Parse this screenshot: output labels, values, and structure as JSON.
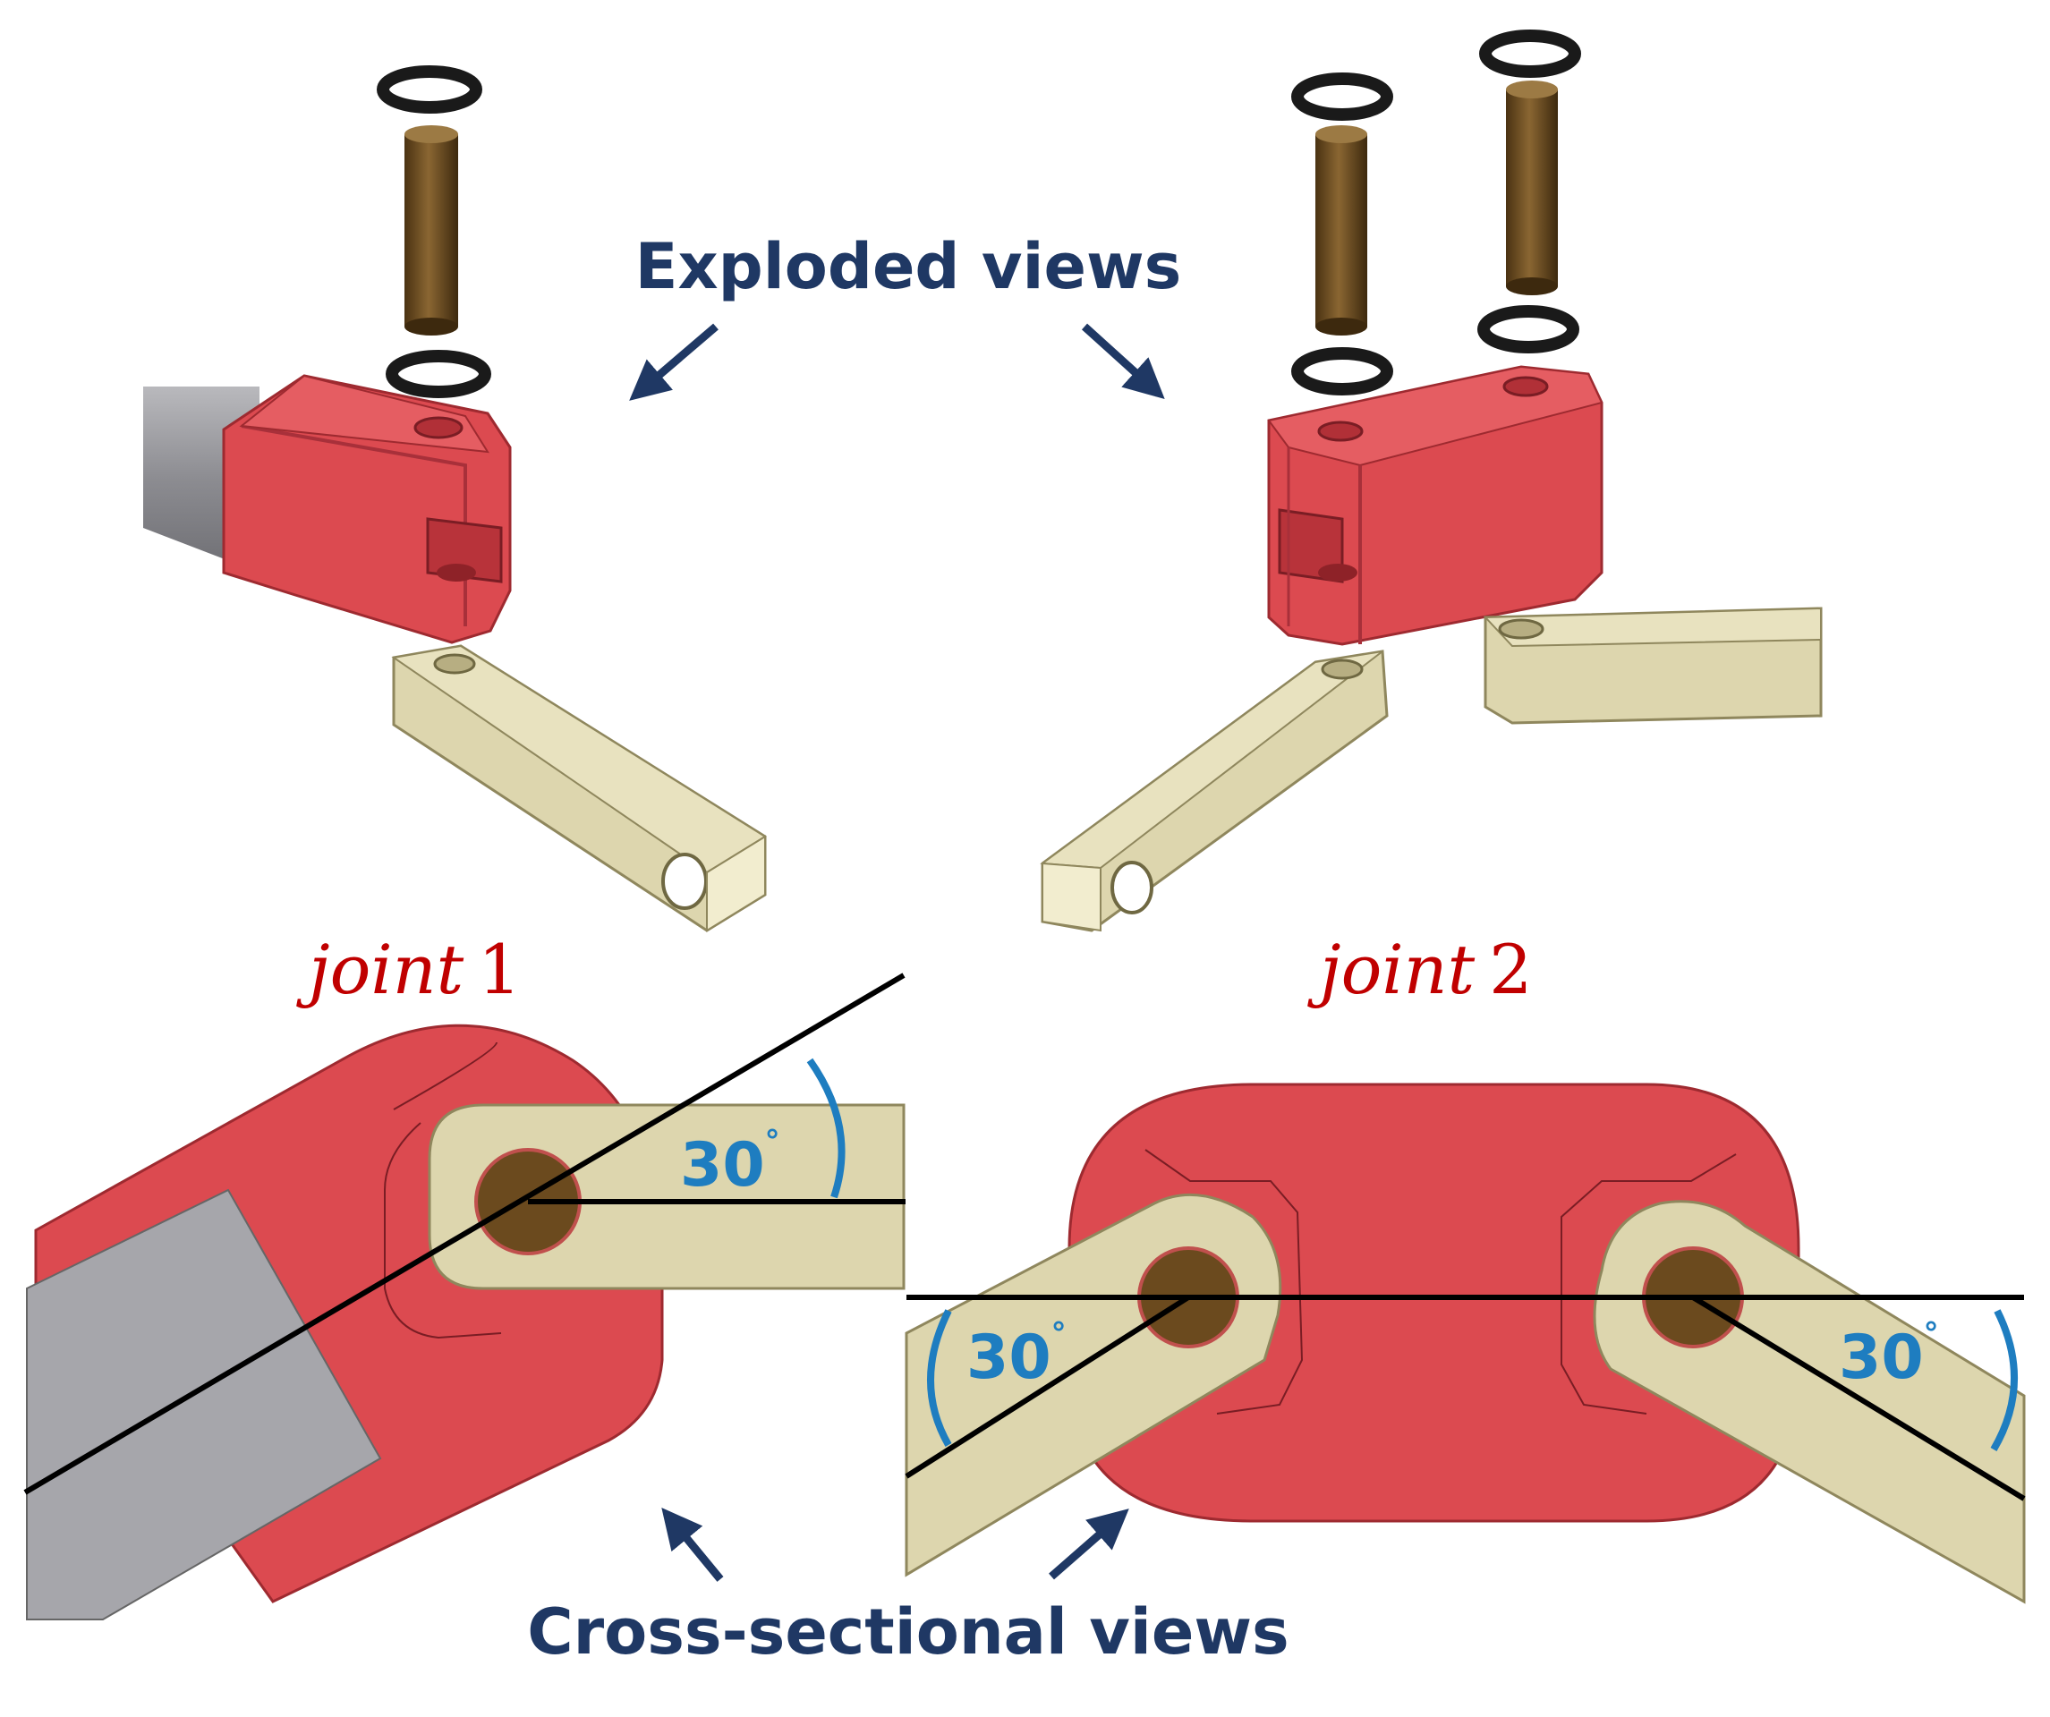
{
  "labels": {
    "exploded": "Exploded views",
    "cross": "Cross-sectional views",
    "joint1_word": "joint",
    "joint1_num": "1",
    "joint2_word": "joint",
    "joint2_num": "2",
    "angle_1": "30",
    "angle_2": "30",
    "angle_3": "30",
    "degree": "°"
  },
  "colors": {
    "red": "#dc4a50",
    "red_dark": "#b8333a",
    "tan": "#ddd6ae",
    "tan_dark": "#b7ae82",
    "pin": "#6b4a1e",
    "gray": "#a6a6ab",
    "navy": "#1f3864",
    "blue": "#1e7dc0",
    "joint_label": "#c00000"
  }
}
